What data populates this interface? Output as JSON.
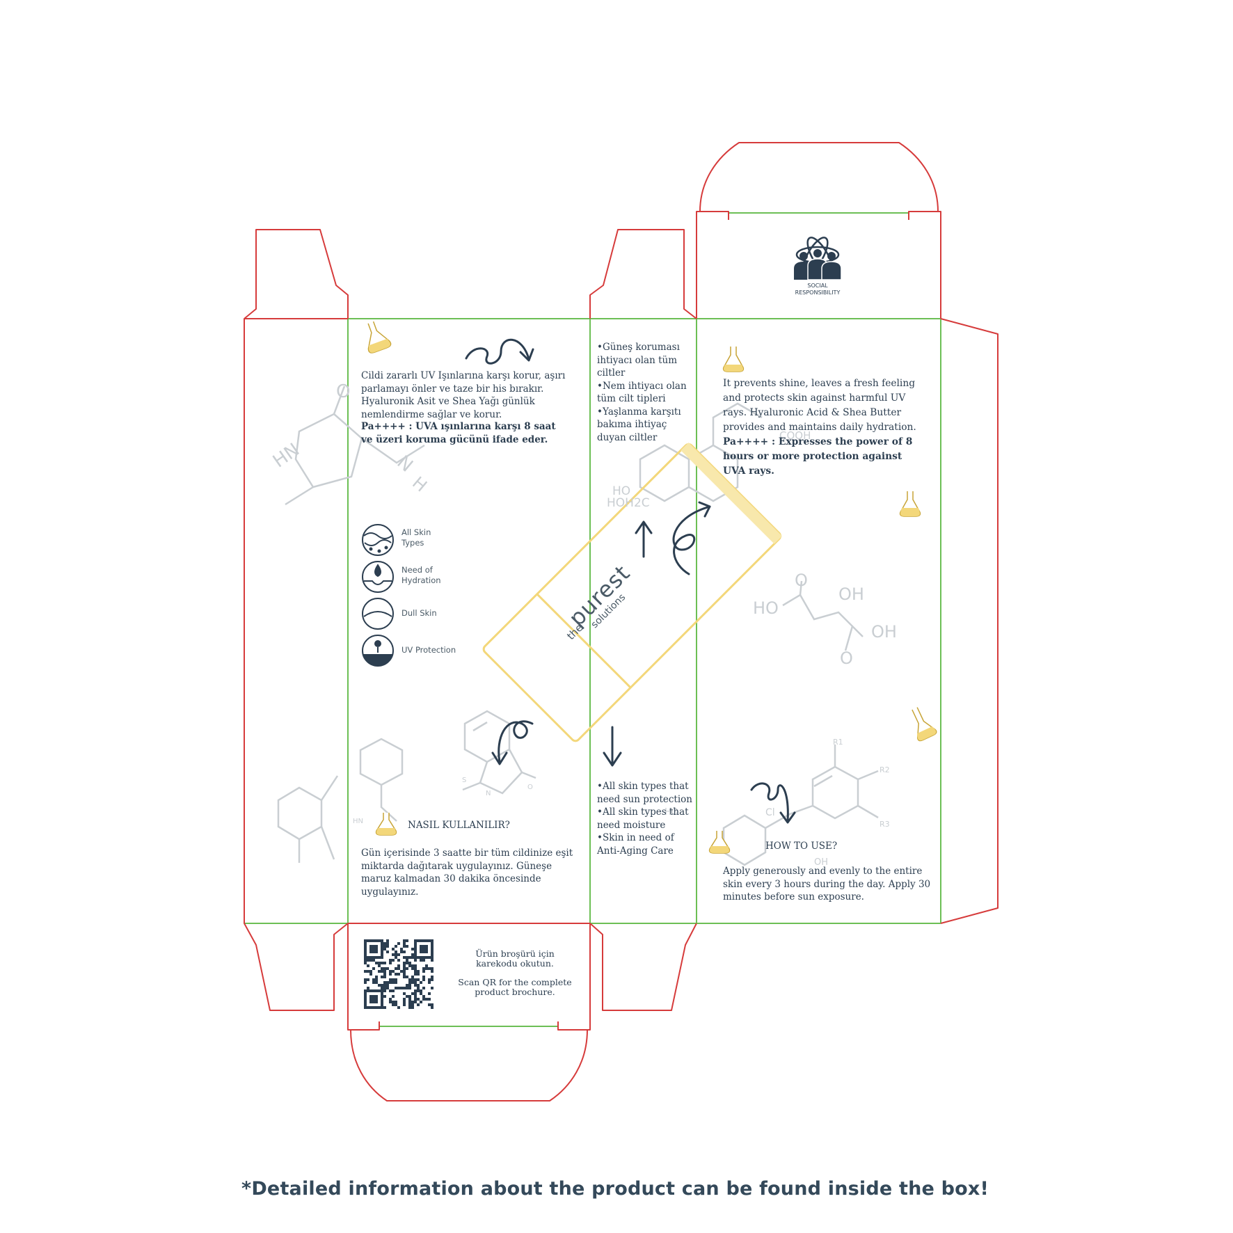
{
  "colors": {
    "cut_line": "#d63b3b",
    "fold_line": "#6cbf55",
    "accent_yellow": "#f3d77a",
    "ink": "#2c3e50",
    "molecule_gray": "#c9ced2"
  },
  "tube": {
    "brand_prefix": "the",
    "brand_name": "purest",
    "brand_suffix": "solutions"
  },
  "panel_tr": {
    "description": "Cildi zararlı UV Işınlarına karşı korur, aşırı parlamayı önler ve taze bir his bırakır. Hyaluronik Asit ve Shea Yağı günlük nemlendirme sağlar ve korur.",
    "pa_note": "Pa++++ : UVA ışınlarına karşı 8 saat ve üzeri koruma gücünü ifade eder.",
    "how_to_title": "NASIL KULLANILIR?",
    "how_to_text": "Gün içerisinde 3 saatte bir tüm cildinize eşit miktarda dağıtarak uygulayınız. Güneşe maruz kalmadan 30 dakika öncesinde uygulayınız."
  },
  "features": [
    {
      "icon": "skin-layers-icon",
      "label": "All Skin Types"
    },
    {
      "icon": "water-drop-icon",
      "label": "Need of Hydration"
    },
    {
      "icon": "dull-skin-icon",
      "label": "Dull Skin"
    },
    {
      "icon": "sun-protection-icon",
      "label": "UV Protection"
    }
  ],
  "side_panel": {
    "tr_list": [
      "•Güneş koruması ihtiyacı olan tüm ciltler",
      "•Nem ihtiyacı olan tüm cilt tipleri",
      "•Yaşlanma karşıtı bakıma ihtiyaç duyan ciltler"
    ],
    "en_list": [
      "•All skin types that need sun protection",
      "•All skin types that need moisture",
      "•Skin in need of Anti-Aging Care"
    ]
  },
  "panel_en": {
    "description": "It prevents shine, leaves a fresh feeling and protects skin against harmful UV rays. Hyaluronic Acid & Shea Butter provides and maintains daily hydration.",
    "pa_note": "Pa++++ : Expresses the power of 8 hours or more protection against UVA rays.",
    "how_to_title": "HOW TO USE?",
    "how_to_text": "Apply generously and evenly to the entire skin every 3 hours during the day. Apply 30 minutes before sun exposure."
  },
  "top_flap": {
    "logo_icon": "social-responsibility-icon",
    "logo_line1": "SOCIAL",
    "logo_line2": "RESPONSIBILITY"
  },
  "bottom_flap": {
    "qr_icon": "qr-code-icon",
    "qr_text_tr": "Ürün broşürü için karekodu okutun.",
    "qr_text_en": "Scan QR for the complete product brochure."
  },
  "footer_note": "*Detailed information about the product can be found inside the box!",
  "molecule_labels": [
    "HN",
    "O",
    "N",
    "H",
    "HO",
    "HOH2C",
    "COOH",
    "OH",
    "HO",
    "O",
    "OH",
    "O",
    "R1",
    "R2",
    "R3",
    "Cl",
    "HO",
    "OH",
    "HN",
    "S",
    "N",
    "O"
  ]
}
